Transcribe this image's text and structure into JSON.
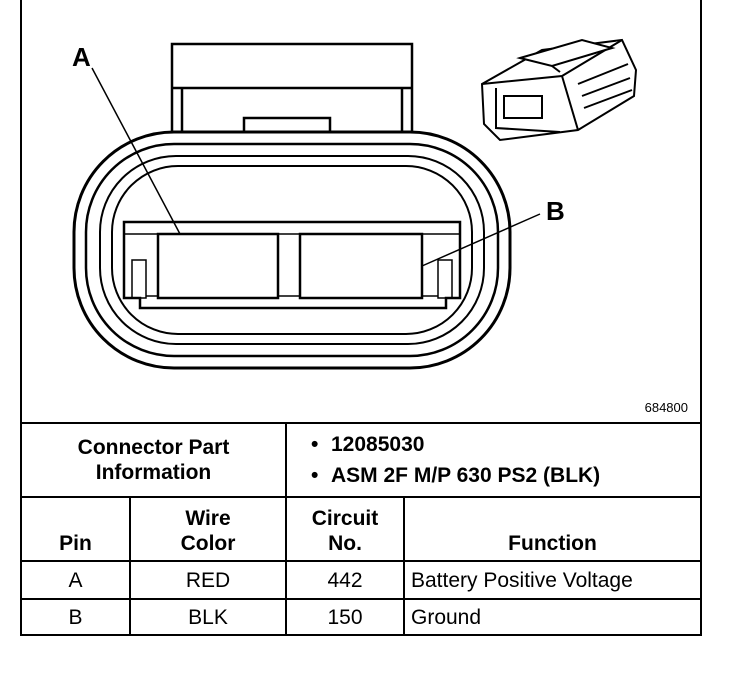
{
  "figure": {
    "callout_a": "A",
    "callout_b": "B",
    "figure_number": "684800"
  },
  "connector_info": {
    "label_line1": "Connector Part",
    "label_line2": "Information",
    "items": [
      "12085030",
      "ASM 2F M/P 630 PS2 (BLK)"
    ]
  },
  "pin_table": {
    "headers": {
      "pin": "Pin",
      "wire_color_1": "Wire",
      "wire_color_2": "Color",
      "circuit_1": "Circuit",
      "circuit_2": "No.",
      "function": "Function"
    },
    "rows": [
      {
        "pin": "A",
        "wire_color": "RED",
        "circuit": "442",
        "function": "Battery Positive Voltage"
      },
      {
        "pin": "B",
        "wire_color": "BLK",
        "circuit": "150",
        "function": "Ground"
      }
    ]
  }
}
